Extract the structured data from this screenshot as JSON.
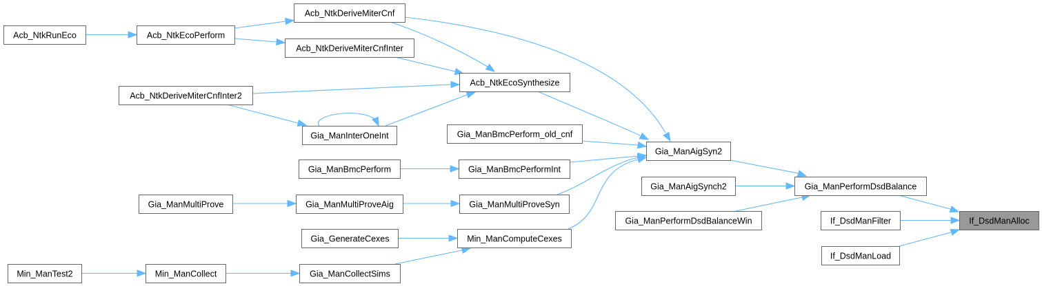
{
  "diagram": {
    "type": "call-graph",
    "title": "If_DsdManAlloc caller graph",
    "colors": {
      "edge": "#63b8ff",
      "node_border": "#666666",
      "node_fill": "#ffffff",
      "focus_fill": "#999999"
    },
    "focus_node": "If_DsdManAlloc",
    "nodes": [
      {
        "id": "Acb_NtkRunEco",
        "label": "Acb_NtkRunEco"
      },
      {
        "id": "Acb_NtkEcoPerform",
        "label": "Acb_NtkEcoPerform"
      },
      {
        "id": "Acb_NtkDeriveMiterCnf",
        "label": "Acb_NtkDeriveMiterCnf"
      },
      {
        "id": "Acb_NtkDeriveMiterCnfInter",
        "label": "Acb_NtkDeriveMiterCnfInter"
      },
      {
        "id": "Acb_NtkDeriveMiterCnfInter2",
        "label": "Acb_NtkDeriveMiterCnfInter2"
      },
      {
        "id": "Acb_NtkEcoSynthesize",
        "label": "Acb_NtkEcoSynthesize"
      },
      {
        "id": "Gia_ManInterOneInt",
        "label": "Gia_ManInterOneInt"
      },
      {
        "id": "Gia_ManBmcPerform_old_cnf",
        "label": "Gia_ManBmcPerform_old_cnf"
      },
      {
        "id": "Gia_ManBmcPerform",
        "label": "Gia_ManBmcPerform"
      },
      {
        "id": "Gia_ManBmcPerformInt",
        "label": "Gia_ManBmcPerformInt"
      },
      {
        "id": "Gia_ManMultiProve",
        "label": "Gia_ManMultiProve"
      },
      {
        "id": "Gia_ManMultiProveAig",
        "label": "Gia_ManMultiProveAig"
      },
      {
        "id": "Gia_ManMultiProveSyn",
        "label": "Gia_ManMultiProveSyn"
      },
      {
        "id": "Gia_GenerateCexes",
        "label": "Gia_GenerateCexes"
      },
      {
        "id": "Min_ManComputeCexes",
        "label": "Min_ManComputeCexes"
      },
      {
        "id": "Min_ManTest2",
        "label": "Min_ManTest2"
      },
      {
        "id": "Min_ManCollect",
        "label": "Min_ManCollect"
      },
      {
        "id": "Gia_ManCollectSims",
        "label": "Gia_ManCollectSims"
      },
      {
        "id": "Gia_ManAigSyn2",
        "label": "Gia_ManAigSyn2"
      },
      {
        "id": "Gia_ManAigSynch2",
        "label": "Gia_ManAigSynch2"
      },
      {
        "id": "Gia_ManPerformDsdBalanceWin",
        "label": "Gia_ManPerformDsdBalanceWin"
      },
      {
        "id": "Gia_ManPerformDsdBalance",
        "label": "Gia_ManPerformDsdBalance"
      },
      {
        "id": "If_DsdManFilter",
        "label": "If_DsdManFilter"
      },
      {
        "id": "If_DsdManLoad",
        "label": "If_DsdManLoad"
      },
      {
        "id": "If_DsdManAlloc",
        "label": "If_DsdManAlloc"
      }
    ],
    "edges": [
      {
        "from": "Acb_NtkRunEco",
        "to": "Acb_NtkEcoPerform"
      },
      {
        "from": "Acb_NtkEcoPerform",
        "to": "Acb_NtkDeriveMiterCnf"
      },
      {
        "from": "Acb_NtkEcoPerform",
        "to": "Acb_NtkDeriveMiterCnfInter"
      },
      {
        "from": "Acb_NtkDeriveMiterCnf",
        "to": "Acb_NtkEcoSynthesize"
      },
      {
        "from": "Acb_NtkDeriveMiterCnf",
        "to": "Gia_ManAigSyn2"
      },
      {
        "from": "Acb_NtkDeriveMiterCnfInter",
        "to": "Acb_NtkEcoSynthesize"
      },
      {
        "from": "Acb_NtkDeriveMiterCnfInter2",
        "to": "Acb_NtkEcoSynthesize"
      },
      {
        "from": "Acb_NtkDeriveMiterCnfInter2",
        "to": "Gia_ManInterOneInt"
      },
      {
        "from": "Gia_ManInterOneInt",
        "to": "Gia_ManInterOneInt"
      },
      {
        "from": "Gia_ManInterOneInt",
        "to": "Acb_NtkEcoSynthesize"
      },
      {
        "from": "Acb_NtkEcoSynthesize",
        "to": "Gia_ManAigSyn2"
      },
      {
        "from": "Gia_ManBmcPerform_old_cnf",
        "to": "Gia_ManAigSyn2"
      },
      {
        "from": "Gia_ManBmcPerform",
        "to": "Gia_ManBmcPerformInt"
      },
      {
        "from": "Gia_ManBmcPerformInt",
        "to": "Gia_ManAigSyn2"
      },
      {
        "from": "Gia_ManMultiProve",
        "to": "Gia_ManMultiProveAig"
      },
      {
        "from": "Gia_ManMultiProveAig",
        "to": "Gia_ManMultiProveSyn"
      },
      {
        "from": "Gia_ManMultiProveSyn",
        "to": "Gia_ManAigSyn2"
      },
      {
        "from": "Gia_GenerateCexes",
        "to": "Min_ManComputeCexes"
      },
      {
        "from": "Min_ManComputeCexes",
        "to": "Gia_ManAigSyn2"
      },
      {
        "from": "Min_ManTest2",
        "to": "Min_ManCollect"
      },
      {
        "from": "Min_ManCollect",
        "to": "Gia_ManCollectSims"
      },
      {
        "from": "Gia_ManCollectSims",
        "to": "Min_ManComputeCexes"
      },
      {
        "from": "Gia_ManAigSyn2",
        "to": "Gia_ManPerformDsdBalance"
      },
      {
        "from": "Gia_ManAigSynch2",
        "to": "Gia_ManPerformDsdBalance"
      },
      {
        "from": "Gia_ManPerformDsdBalanceWin",
        "to": "Gia_ManPerformDsdBalance"
      },
      {
        "from": "Gia_ManPerformDsdBalance",
        "to": "If_DsdManAlloc"
      },
      {
        "from": "If_DsdManFilter",
        "to": "If_DsdManAlloc"
      },
      {
        "from": "If_DsdManLoad",
        "to": "If_DsdManAlloc"
      }
    ]
  }
}
